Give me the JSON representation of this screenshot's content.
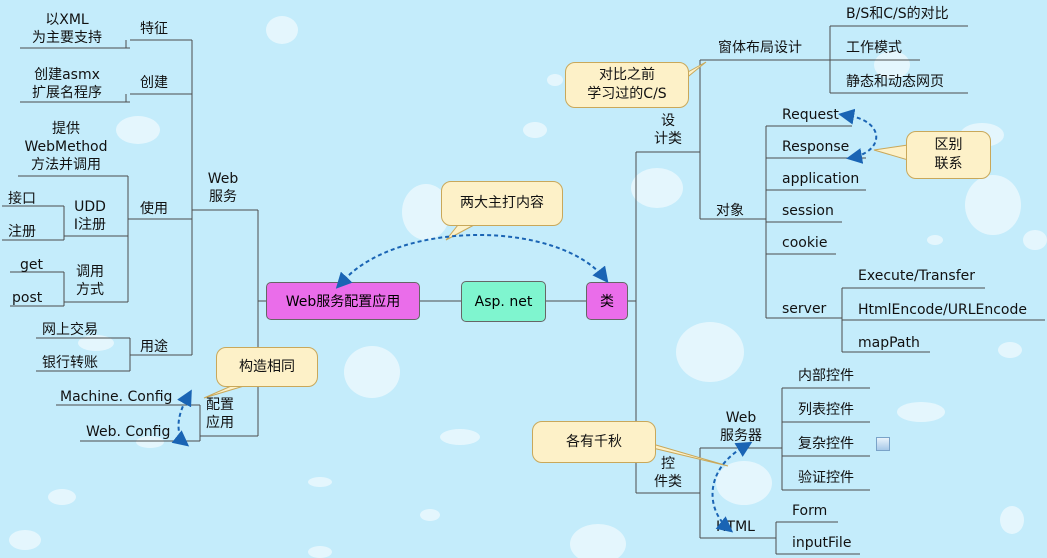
{
  "center": {
    "label": "Asp. net",
    "color": "#7ff5cf"
  },
  "left_main": {
    "label": "Web服务配置应用",
    "color": "#ea6dea"
  },
  "right_main": {
    "label": "类",
    "color": "#ea6dea"
  },
  "web_service": {
    "label": "Web\n服务",
    "features": {
      "label": "特征",
      "items": [
        "以XML\n为主要支持"
      ]
    },
    "create": {
      "label": "创建",
      "items": [
        "创建asmx\n扩展名程序"
      ]
    },
    "use": {
      "label": "使用",
      "items": [
        "提供\nWebMethod\n方法并调用"
      ],
      "udd": {
        "label": "UDD\nI注册",
        "items": [
          "接口",
          "注册"
        ]
      },
      "call_mode": {
        "label": "调用\n方式",
        "items": [
          "get",
          "post"
        ]
      }
    },
    "purpose": {
      "label": "用途",
      "items": [
        "网上交易",
        "银行转账"
      ]
    }
  },
  "config": {
    "label": "配置\n应用",
    "items": [
      "Machine. Config",
      "Web. Config"
    ]
  },
  "design_class": {
    "label": "设\n计类",
    "window_layout": {
      "label": "窗体布局设计",
      "items": [
        "B/S和C/S的对比",
        "工作模式",
        "静态和动态网页"
      ]
    },
    "objects": {
      "label": "对象",
      "items": [
        "Request",
        "Response",
        "application",
        "session",
        "cookie"
      ],
      "server": {
        "label": "server",
        "items": [
          "Execute/Transfer",
          "HtmlEncode/URLEncode",
          "mapPath"
        ]
      }
    }
  },
  "control_class": {
    "label": "控\n件类",
    "web_server": {
      "label": "Web\n服务器",
      "items": [
        "内部控件",
        "列表控件",
        "复杂控件",
        "验证控件"
      ]
    },
    "html": {
      "label": "HTML",
      "items": [
        "Form",
        "inputFile"
      ]
    }
  },
  "callouts": {
    "two_main": "两大主打内容",
    "compare": "对比之前\n学习过的C/S",
    "diff": "区别\n联系",
    "same_structure": "构造相同",
    "each_merit": "各有千秋"
  },
  "colors": {
    "background": "#c4ecfb",
    "callout": "#fdf1c8",
    "arrow": "#1a64b4"
  }
}
